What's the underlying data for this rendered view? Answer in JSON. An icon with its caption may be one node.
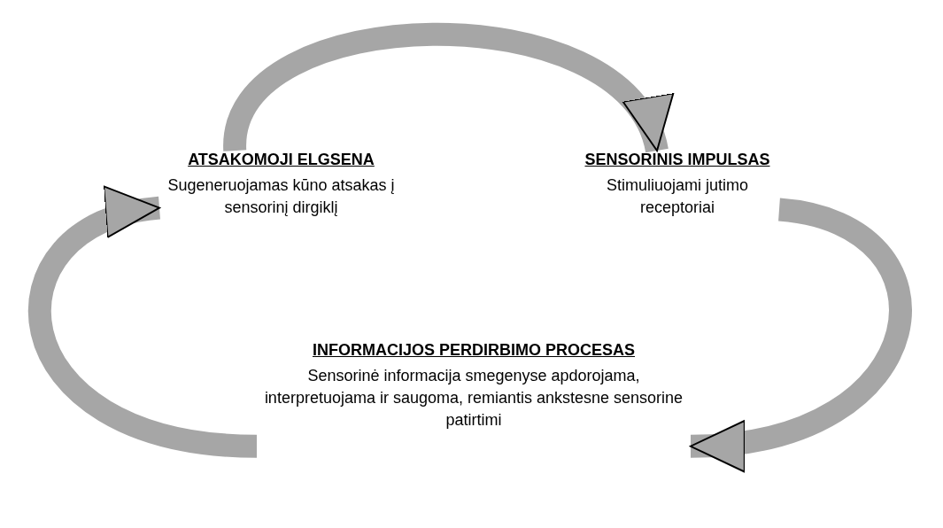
{
  "diagram": {
    "nodes": [
      {
        "text": [
          "ATSAKOMOJI ELGSENA",
          "Sugeneruojamas kūno atsakas į sensorinį dirgiklį"
        ]
      },
      {
        "text": [
          "SENSORINIS IMPULSAS",
          "Stimuliuojami jutimo receptoriai"
        ]
      },
      {
        "text": [
          "INFORMACIJOS PERDIRBIMO PROCESAS",
          "Sensorinė informacija smegenyse apdorojama, interpretuojama ir saugoma, remiantis ankstesne sensorine patirtimi"
        ]
      }
    ],
    "edges": [
      {
        "from": 0,
        "to": 1,
        "arrow": "to"
      },
      {
        "from": 1,
        "to": 2,
        "arrow": "to"
      },
      {
        "from": 2,
        "to": 0,
        "arrow": "to"
      }
    ]
  }
}
